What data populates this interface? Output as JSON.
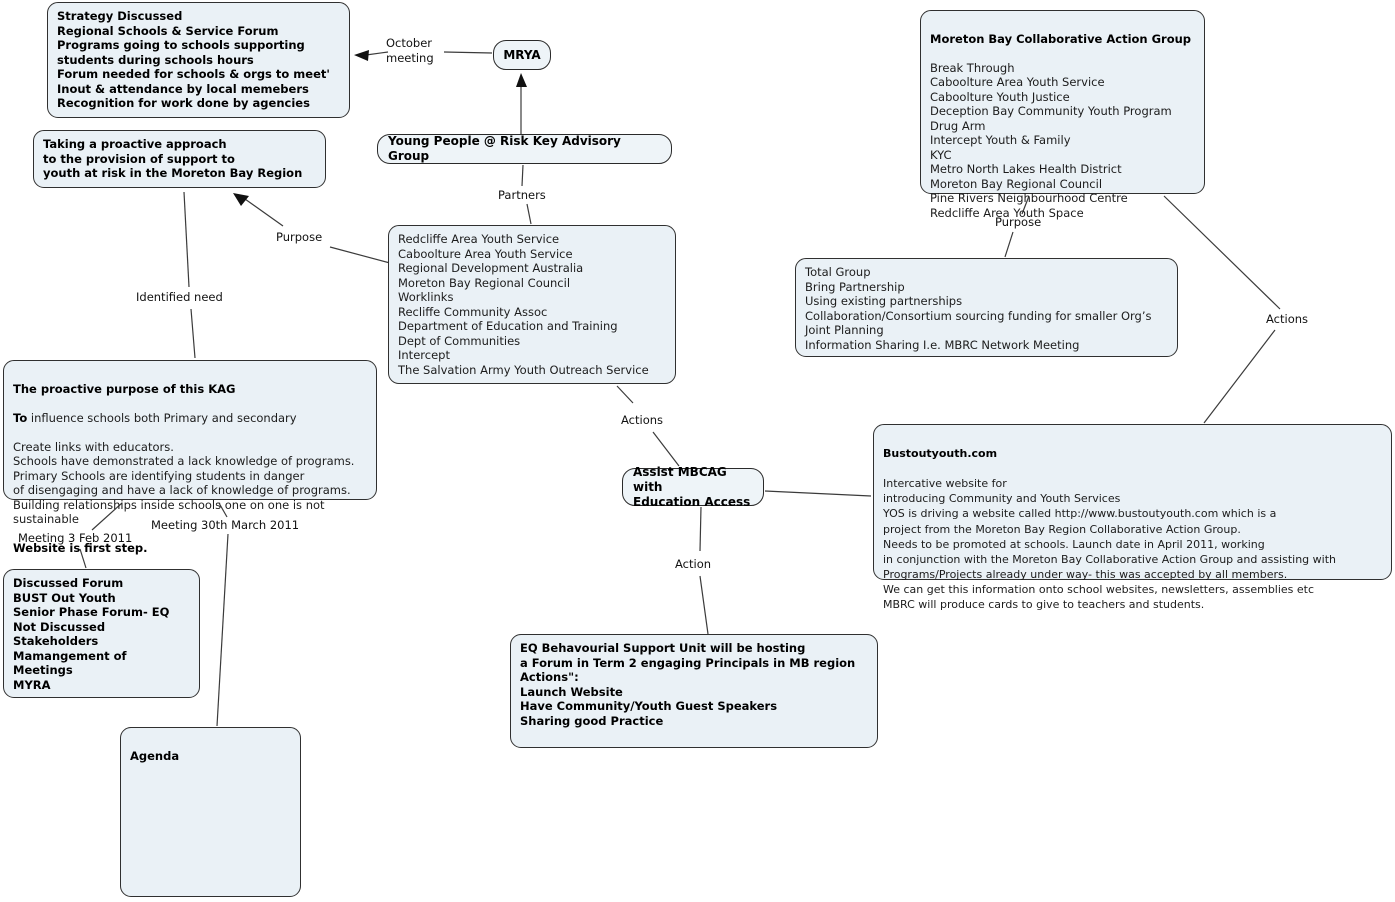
{
  "colors": {
    "box_fill": "#eaf1f6",
    "box_border": "#303030",
    "connector": "#3b3b3b",
    "text": "#1c1c1c"
  },
  "nodes": {
    "mrya": {
      "label": "MRYA"
    },
    "young_people": {
      "label": "Young People @ Risk Key Advisory Group"
    },
    "assist": {
      "lines": [
        "Assist MBCAG with",
        "Education Access"
      ]
    }
  },
  "labels": {
    "october_meeting": "October\nmeeting",
    "partners": "Partners",
    "purpose_left": "Purpose",
    "identified_need": "Identified need",
    "meeting_feb": "Meeting 3 Feb 2011",
    "meeting_march": "Meeting 30th March 2011",
    "purpose_right": "Purpose",
    "actions_right": "Actions",
    "actions_center": "Actions",
    "action": "Action"
  },
  "boxes": {
    "strategy": {
      "lines": [
        "Strategy Discussed",
        "Regional Schools & Service Forum",
        "Programs going to schools supporting",
        "students during schools hours",
        "Forum needed for schools & orgs to meet'",
        "Inout & attendance by local memebers",
        "Recognition for work done by agencies"
      ]
    },
    "taking": {
      "lines": [
        "Taking a proactive approach",
        "to the provision of support to",
        "youth at risk in the Moreton Bay Region"
      ]
    },
    "partners_list": {
      "lines": [
        "Redcliffe Area Youth Service",
        "Caboolture Area Youth Service",
        "Regional Development Australia",
        "Moreton Bay Regional Council",
        "Worklinks",
        "Recliffe Community Assoc",
        "Department of Education and Training",
        "Dept of Communities",
        "Intercept",
        "The Salvation Army Youth Outreach Service"
      ]
    },
    "proactive": {
      "title": "The proactive purpose of this KAG",
      "to_bold": "To",
      "to_rest": " influence schools both Primary and secondary",
      "body": [
        "Create links with educators.",
        "Schools have demonstrated a lack knowledge of programs.",
        "Primary Schools are identifying students in danger",
        "of disengaging and have a lack of knowledge of programs.",
        "Building relationships inside schools one on one is not",
        "sustainable"
      ],
      "footer": "Website is first step."
    },
    "discussed": {
      "lines": [
        "Discussed Forum",
        "BUST Out Youth",
        "Senior Phase Forum- EQ",
        "Not Discussed",
        "Stakeholders",
        "Mamangement of Meetings",
        "MYRA"
      ]
    },
    "agenda": {
      "title": "Agenda"
    },
    "mbcag": {
      "title": "Moreton Bay Collaborative Action Group",
      "lines": [
        "Break Through",
        "Caboolture Area Youth Service",
        "Caboolture Youth Justice",
        "Deception Bay Community Youth Program",
        "Drug Arm",
        "Intercept Youth & Family",
        "KYC",
        "Metro North Lakes Health District",
        "Moreton Bay Regional Council",
        "Pine Rivers Neighbourhood Centre",
        "Redcliffe Area Youth Space"
      ]
    },
    "total": {
      "lines": [
        "Total Group",
        "Bring Partnership",
        "Using existing partnerships",
        "Collaboration/Consortium sourcing funding for smaller Org’s",
        "Joint Planning",
        "Information Sharing I.e. MBRC Network Meeting"
      ]
    },
    "bustout": {
      "title": "Bustoutyouth.com",
      "lines": [
        "Intercative website for",
        "introducing Community and Youth Services",
        "YOS is driving a website called http://www.bustoutyouth.com which is a",
        "project from the Moreton Bay Region Collaborative Action Group.",
        "Needs to be promoted at schools. Launch date in April 2011, working",
        " in conjunction with the Moreton Bay Collaborative Action Group and assisting with",
        "Programs/Projects already under way- this was accepted by all members.",
        "We can get this information onto school websites, newsletters, assemblies etc",
        "MBRC will produce cards to give to teachers and students."
      ]
    },
    "eq": {
      "lines": [
        "EQ Behavourial Support Unit will be hosting",
        "a Forum in Term 2 engaging Principals in MB region",
        "Actions\":",
        "Launch Website",
        "Have Community/Youth Guest Speakers",
        "Sharing good Practice"
      ]
    }
  }
}
